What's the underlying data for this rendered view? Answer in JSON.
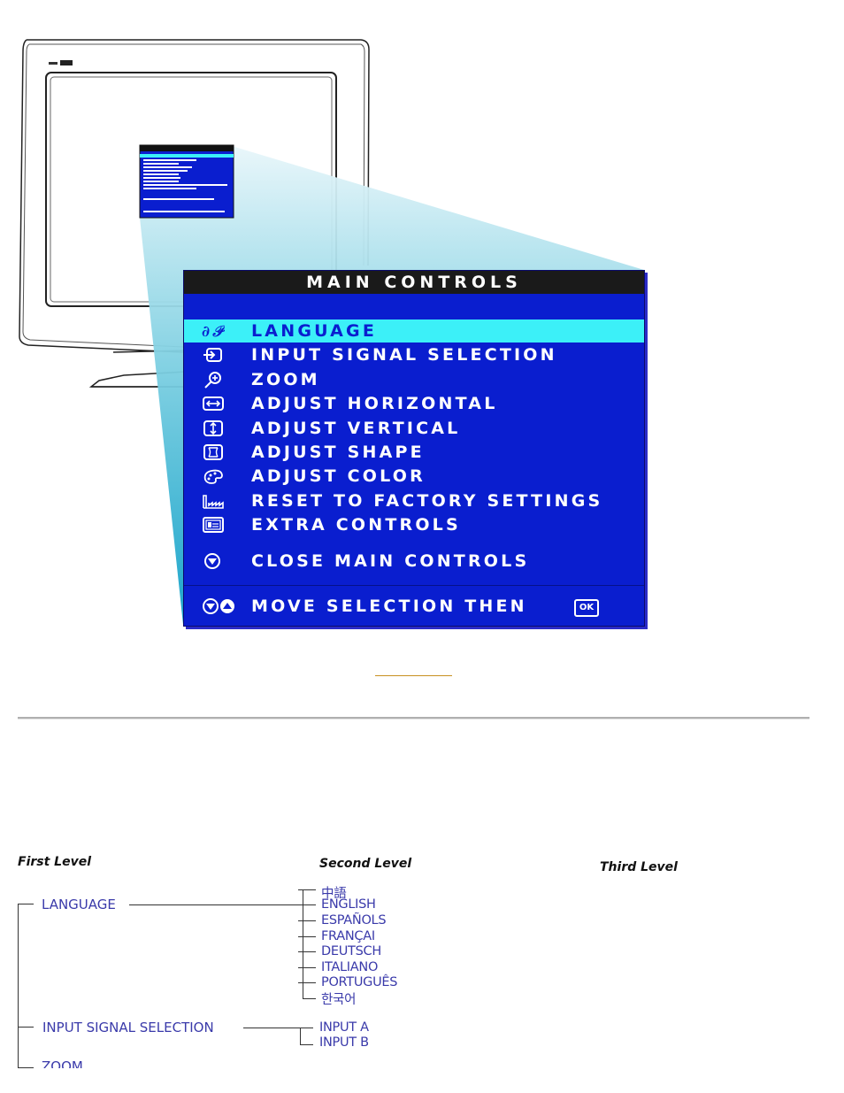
{
  "osd": {
    "title": "MAIN CONTROLS",
    "items": [
      {
        "label": "LANGUAGE",
        "icon": "language-icon",
        "selected": true
      },
      {
        "label": "INPUT SIGNAL SELECTION",
        "icon": "input-signal-icon"
      },
      {
        "label": "ZOOM",
        "icon": "zoom-icon"
      },
      {
        "label": "ADJUST HORIZONTAL",
        "icon": "horizontal-icon"
      },
      {
        "label": "ADJUST VERTICAL",
        "icon": "vertical-icon"
      },
      {
        "label": "ADJUST SHAPE",
        "icon": "shape-icon"
      },
      {
        "label": "ADJUST COLOR",
        "icon": "color-palette-icon"
      },
      {
        "label": "RESET TO FACTORY SETTINGS",
        "icon": "factory-icon"
      },
      {
        "label": "EXTRA CONTROLS",
        "icon": "extra-controls-icon"
      }
    ],
    "close_label": "CLOSE MAIN CONTROLS",
    "footer_label": "MOVE SELECTION THEN",
    "ok_label": "OK",
    "colors": {
      "background": "#0a1ecf",
      "highlight": "#3cf0f8",
      "title_bar": "#1a1a1a"
    }
  },
  "levels": {
    "first": "First Level",
    "second": "Second Level",
    "third": "Third Level"
  },
  "tree": {
    "language": {
      "label": "LANGUAGE",
      "children": [
        "中語",
        "ENGLISH",
        "ESPAÑOLS",
        "FRANÇAI",
        "DEUTSCH",
        "ITALIANO",
        "PORTUGUÊS",
        "한국어"
      ]
    },
    "input_signal": {
      "label": "INPUT SIGNAL SELECTION",
      "children": [
        "INPUT A",
        "INPUT B"
      ]
    },
    "zoom": {
      "label": "ZOOM"
    }
  }
}
